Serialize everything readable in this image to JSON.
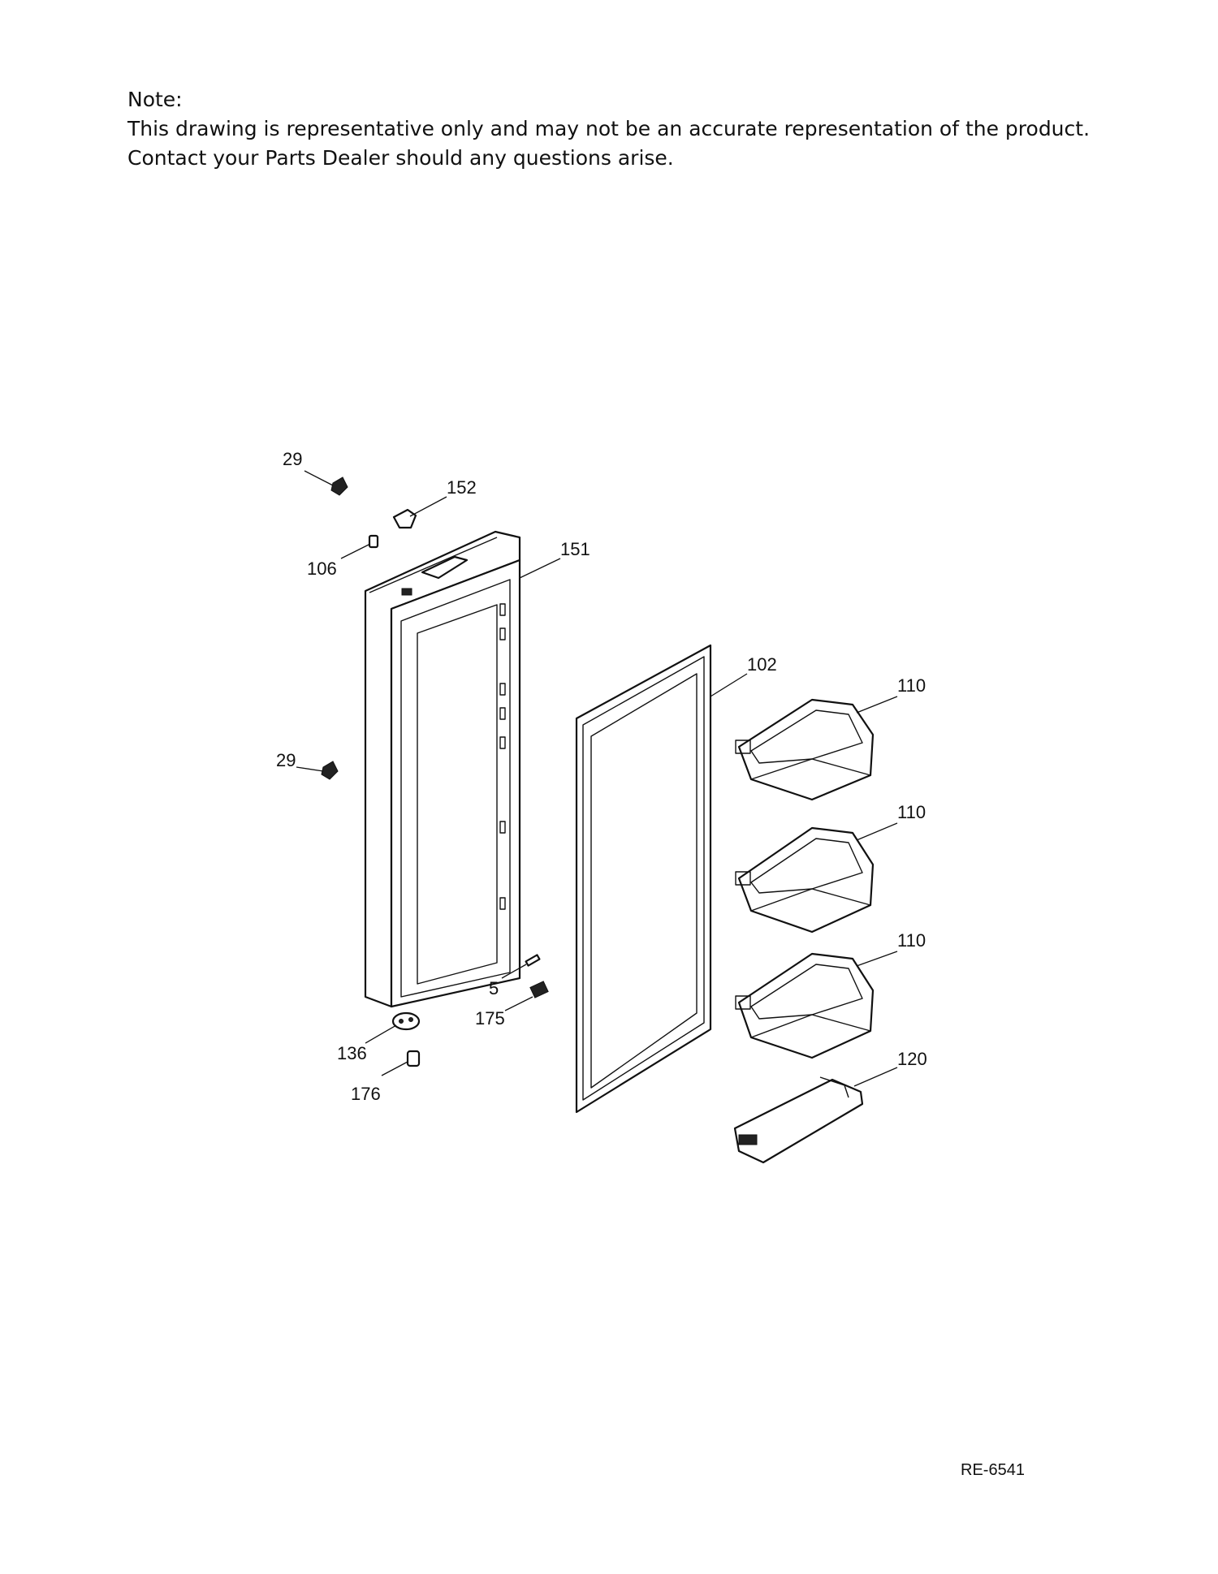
{
  "note": {
    "heading": "Note:",
    "line1": "This drawing is representative only and may not be an accurate representation of the product.",
    "line2": "Contact your Parts Dealer should any questions arise."
  },
  "callouts": {
    "c29_top": "29",
    "c152": "152",
    "c106": "106",
    "c151": "151",
    "c102": "102",
    "c110_top": "110",
    "c29_mid": "29",
    "c110_mid": "110",
    "c110_bot": "110",
    "c5": "5",
    "c175": "175",
    "c136": "136",
    "c120": "120",
    "c176": "176"
  },
  "document_id": "RE-6541"
}
